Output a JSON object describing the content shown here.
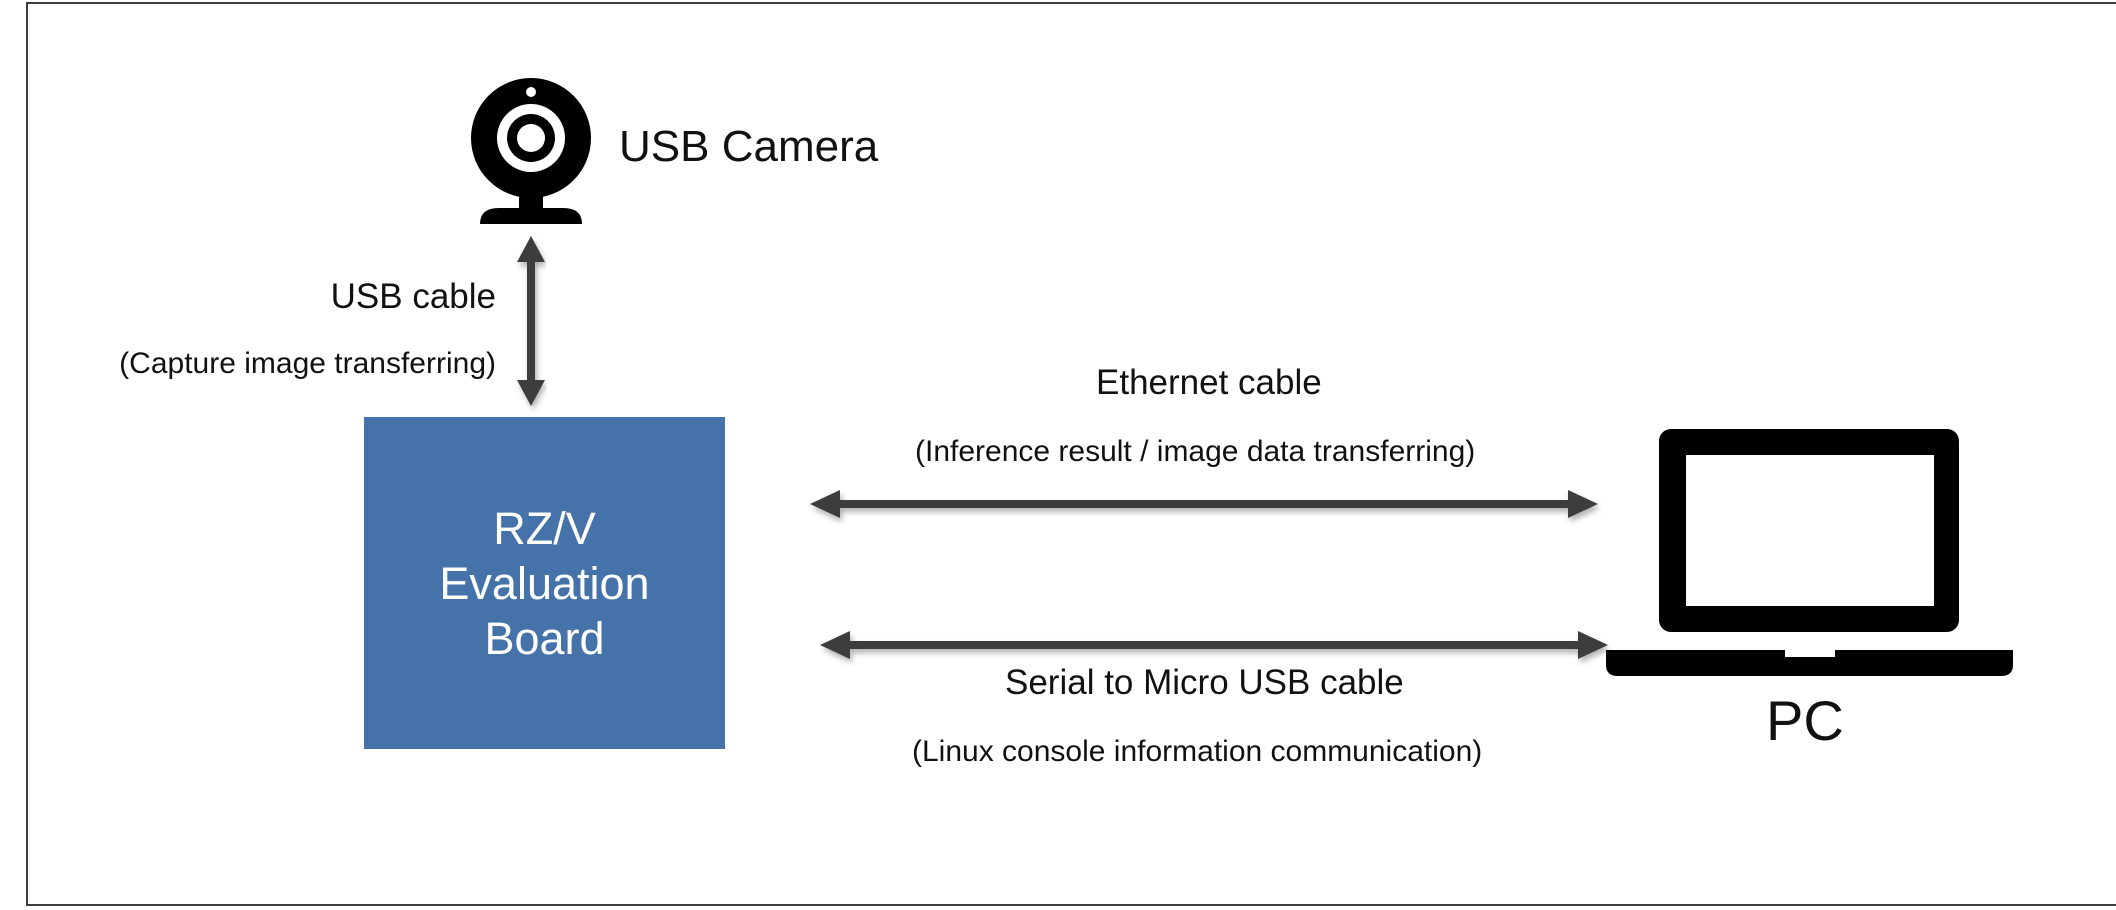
{
  "camera": {
    "label": "USB Camera",
    "icon": "webcam-icon"
  },
  "usb_link": {
    "title": "USB cable",
    "subtitle": "(Capture image transferring)"
  },
  "board": {
    "lines": [
      "RZ/V",
      "Evaluation",
      "Board"
    ],
    "color": "#4572a8"
  },
  "ethernet_link": {
    "title": "Ethernet cable",
    "subtitle": "(Inference result / image data transferring)"
  },
  "serial_link": {
    "title": "Serial to Micro USB cable",
    "subtitle": "(Linux console information communication)"
  },
  "pc": {
    "label": "PC",
    "icon": "laptop-icon"
  },
  "colors": {
    "arrow": "#3d3d3d",
    "border": "#3d3d3d",
    "icon": "#000000"
  }
}
